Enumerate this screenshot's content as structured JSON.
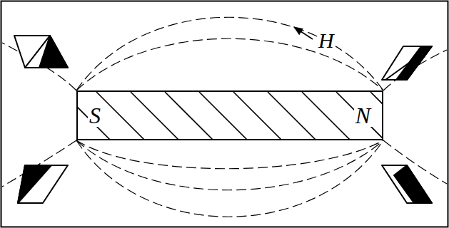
{
  "diagram": {
    "nodes": [
      {
        "text": [
          "S",
          "N"
        ]
      }
    ],
    "labels": [
      "H"
    ]
  }
}
